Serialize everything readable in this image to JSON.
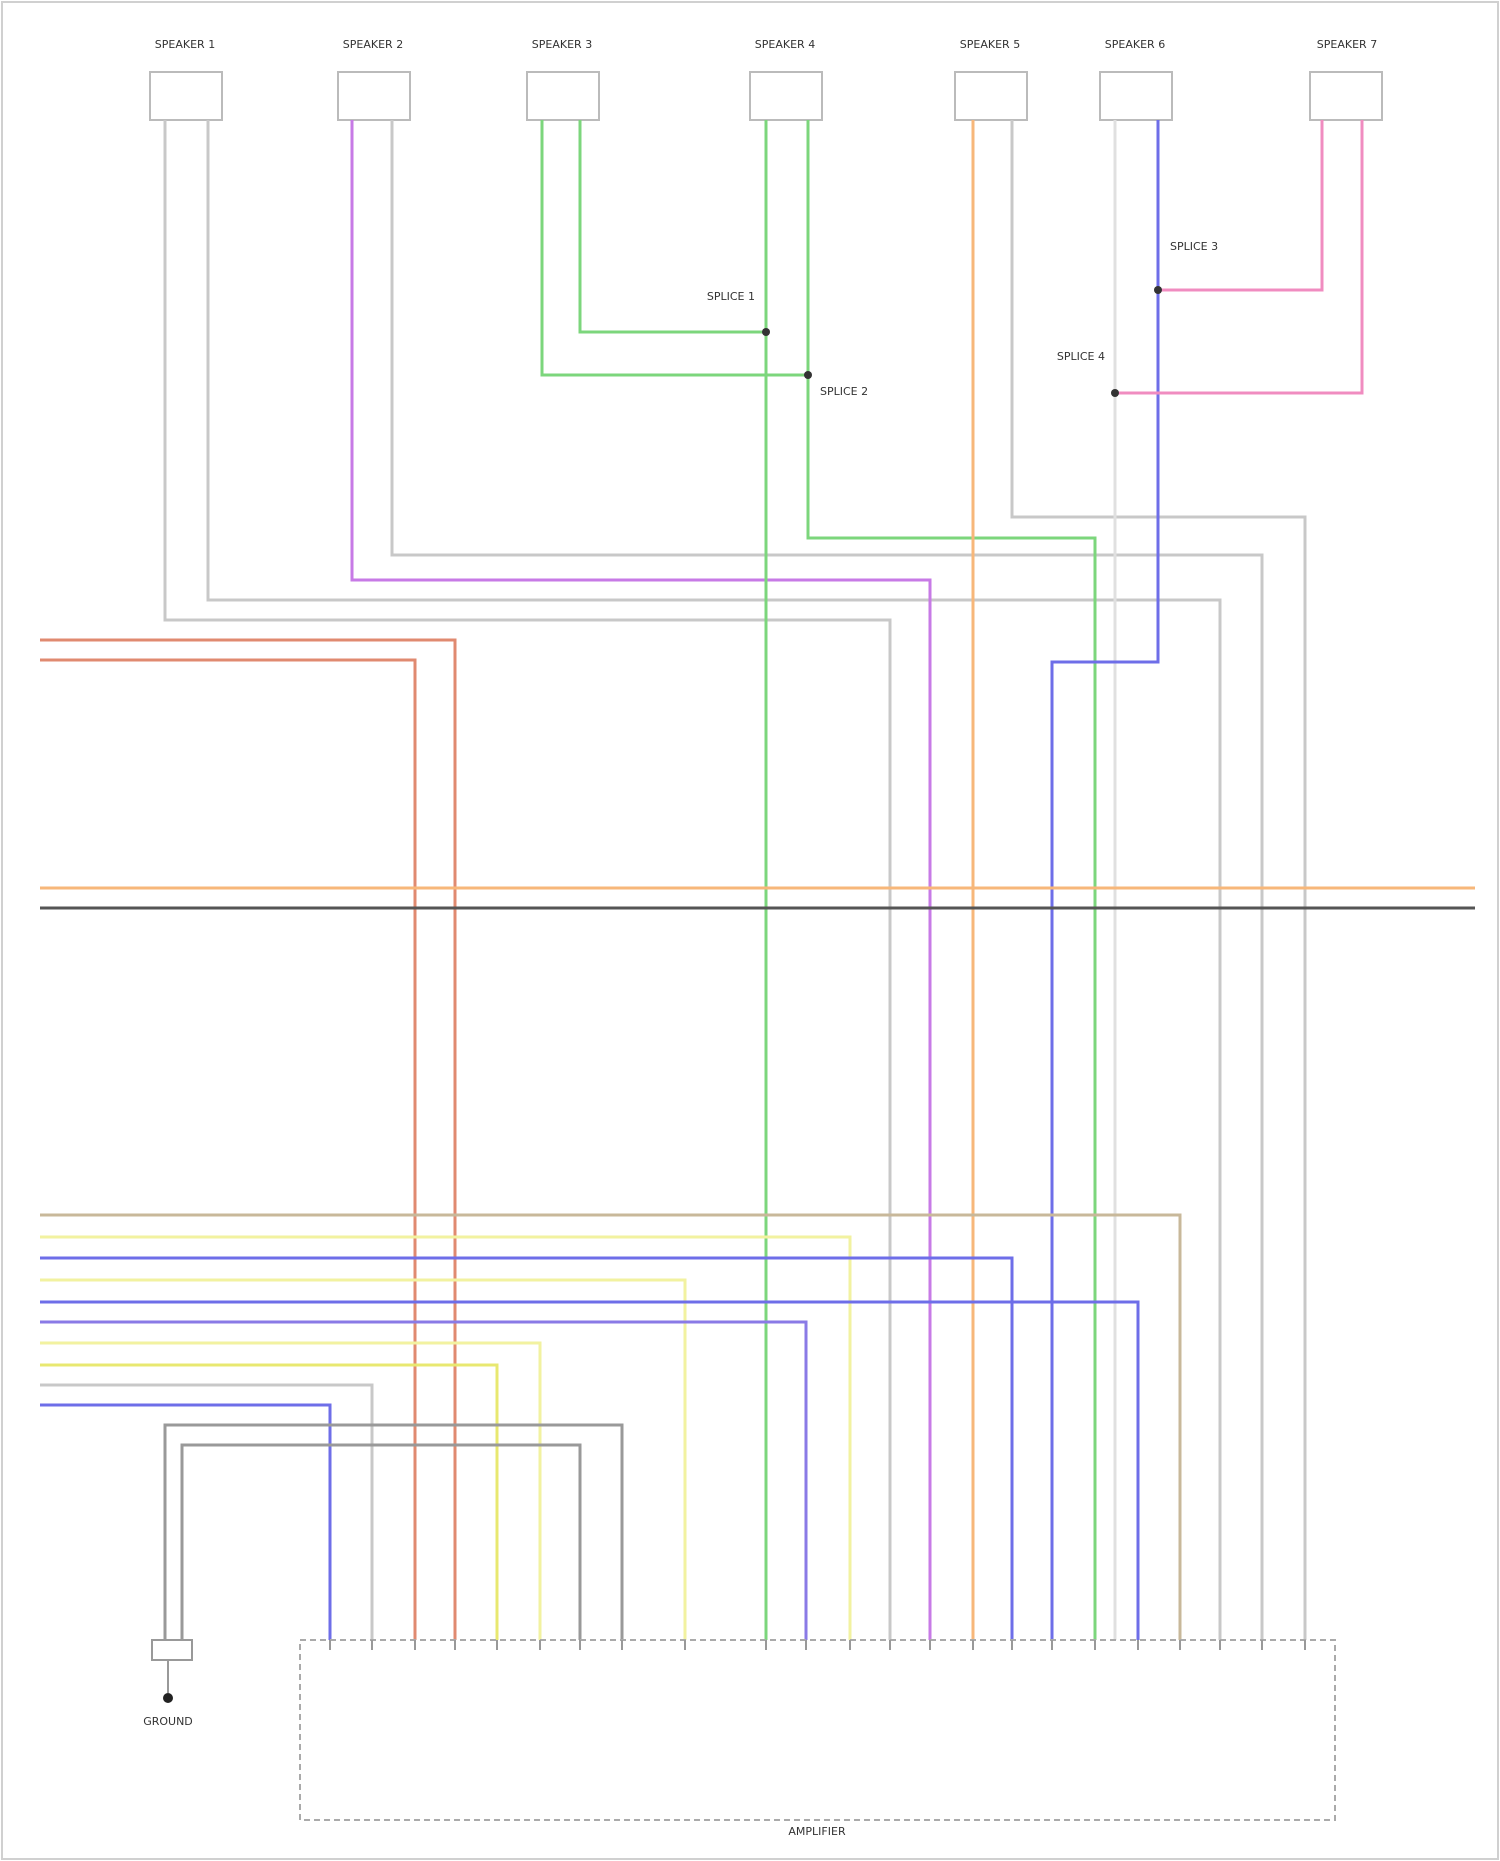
{
  "colors": {
    "wire_gray": "#c8c8c8",
    "wire_green": "#7cd67c",
    "wire_purple": "#c77ae6",
    "wire_orange": "#f7b77a",
    "wire_blue": "#6e6ee8",
    "wire_pink": "#f08cc0",
    "wire_red": "#e08a70",
    "wire_yellow": "#f2f2a0",
    "wire_tan": "#c8b89a",
    "wire_dark": "#555555",
    "frame": "#cccccc"
  },
  "speakers": [
    {
      "label": "SPEAKER 1"
    },
    {
      "label": "SPEAKER 2"
    },
    {
      "label": "SPEAKER 3"
    },
    {
      "label": "SPEAKER 4"
    },
    {
      "label": "SPEAKER 5"
    },
    {
      "label": "SPEAKER 6"
    },
    {
      "label": "SPEAKER 7"
    }
  ],
  "splice_labels": [
    "SPLICE 1",
    "SPLICE 2",
    "SPLICE 3",
    "SPLICE 4"
  ],
  "ground_label": "GROUND",
  "module_label": "AMPLIFIER",
  "footer_credit": ""
}
